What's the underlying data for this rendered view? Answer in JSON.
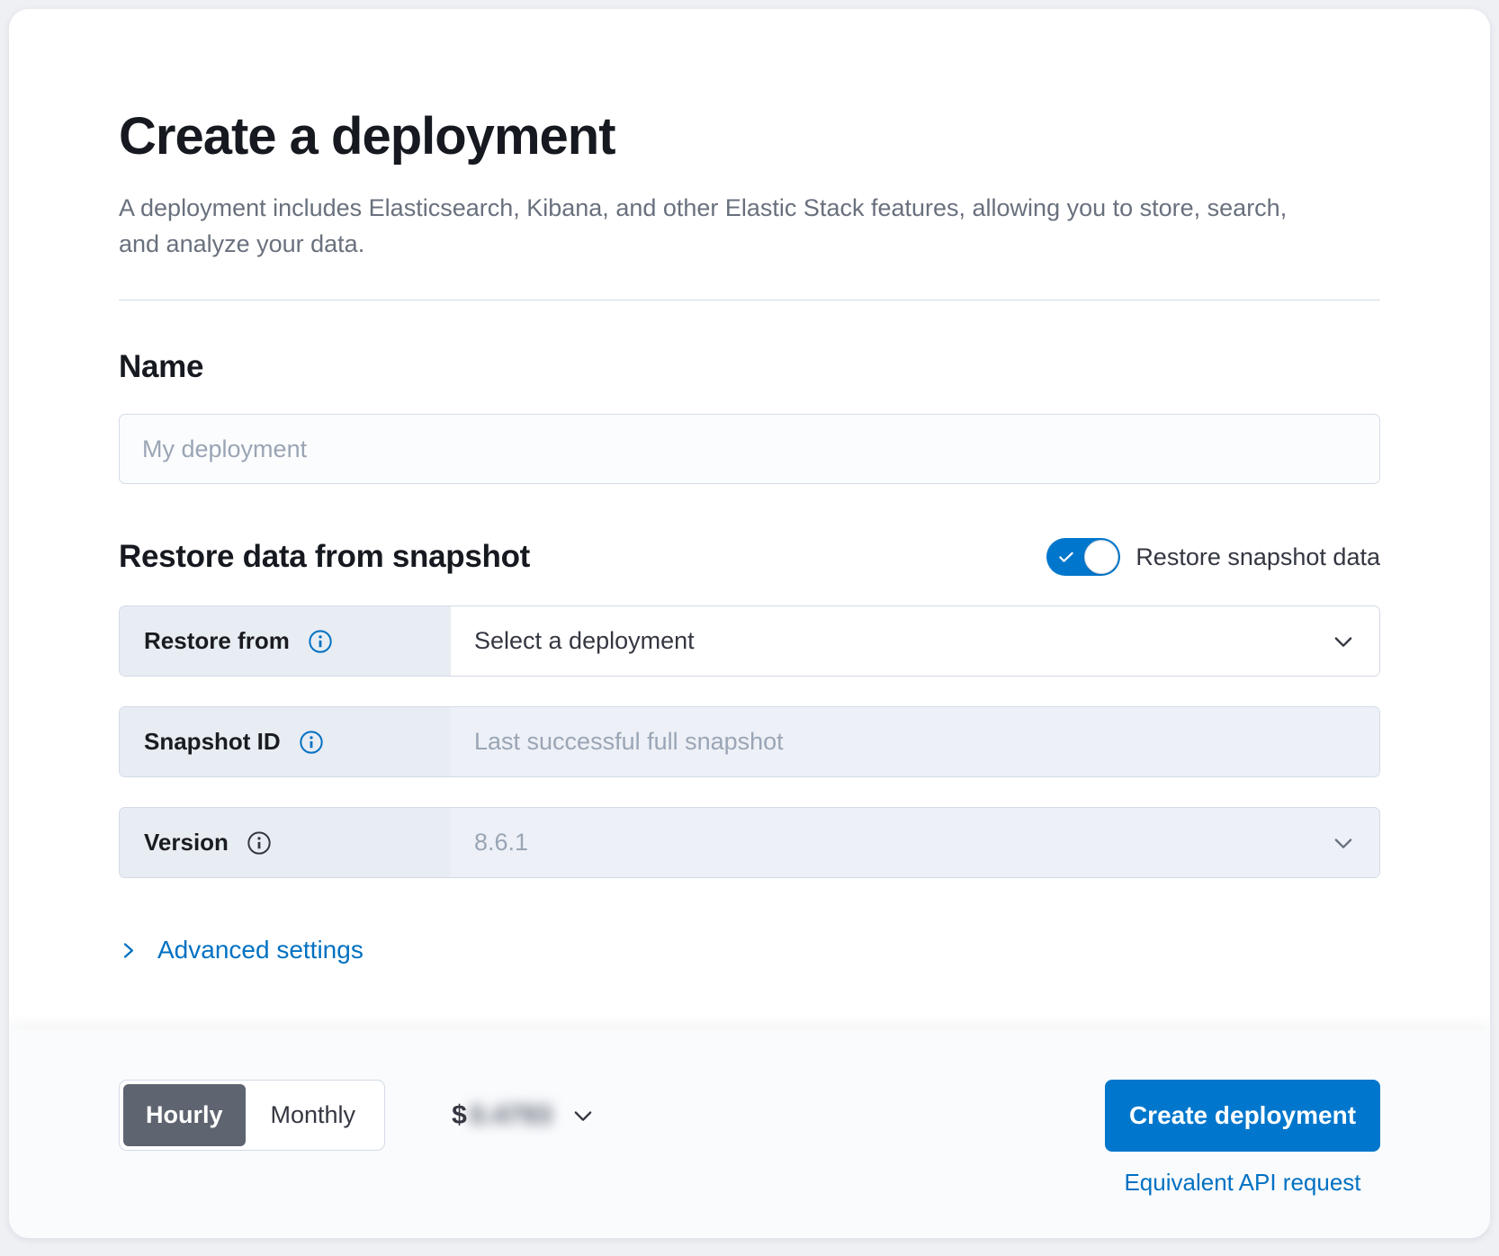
{
  "colors": {
    "primary_blue": "#0077CC",
    "link_blue": "#0071C2",
    "selected_segment_gray": "#5E6470",
    "label_cell_bg": "#E8ECF3",
    "disabled_field_bg": "#EDF1F7"
  },
  "header": {
    "title": "Create a deployment",
    "subtitle": "A deployment includes Elasticsearch, Kibana, and other Elastic Stack features, allowing you to store, search, and analyze your data."
  },
  "name_section": {
    "heading": "Name",
    "input_value": "",
    "input_placeholder": "My deployment"
  },
  "snapshot_section": {
    "heading": "Restore data from snapshot",
    "toggle": {
      "label": "Restore snapshot data",
      "state": "on"
    },
    "restore_from": {
      "label": "Restore from",
      "value": "Select a deployment",
      "info_icon_color": "blue"
    },
    "snapshot_id": {
      "label": "Snapshot ID",
      "placeholder": "Last successful full snapshot",
      "info_icon_color": "blue"
    },
    "version": {
      "label": "Version",
      "value": "8.6.1",
      "info_icon_color": "dark"
    }
  },
  "advanced_settings": {
    "label": "Advanced settings"
  },
  "footer": {
    "billing_interval": {
      "options": [
        "Hourly",
        "Monthly"
      ],
      "selected": "Hourly"
    },
    "price": {
      "currency": "$",
      "amount": "0.4793",
      "blurred": true
    },
    "create_button_label": "Create deployment",
    "api_link_label": "Equivalent API request"
  }
}
